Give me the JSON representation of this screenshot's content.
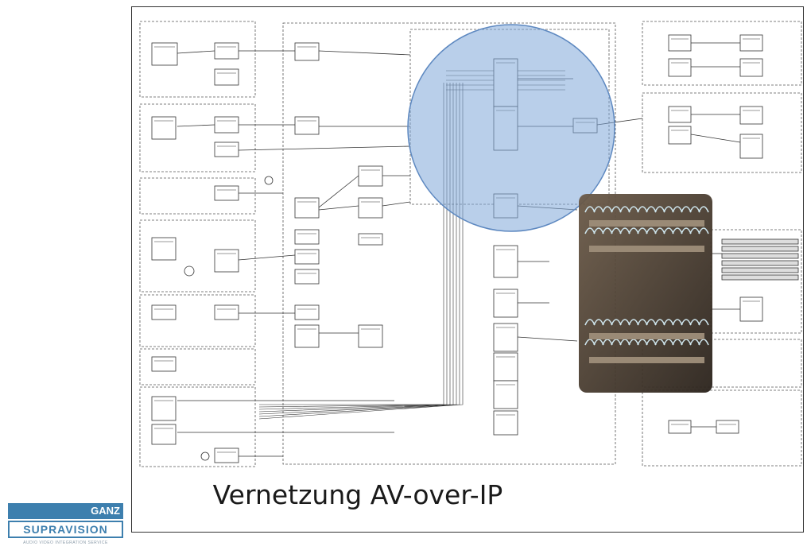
{
  "caption": "Vernetzung AV-over-IP",
  "logo": {
    "line1": "GANZ",
    "line2": "SUPRAVISION",
    "line3": "AUDIO VIDEO INTEGRATION SERVICE"
  },
  "colors": {
    "highlight": "#7fa8d8",
    "logo_blue": "#3d7fae",
    "line": "#333333"
  },
  "highlight_note": "",
  "photo": "network-rack-photo"
}
